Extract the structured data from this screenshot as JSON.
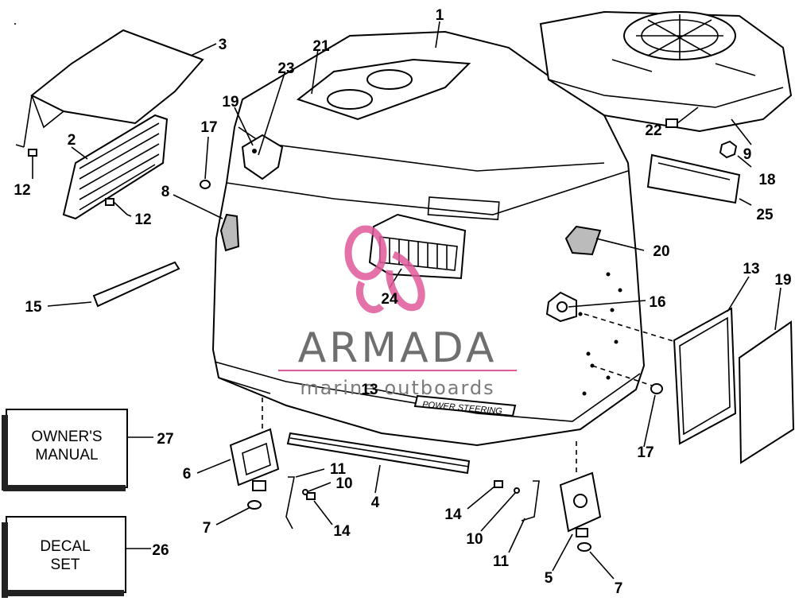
{
  "watermark": {
    "brand": "ARMADA",
    "tagline": "marine outboards",
    "accent_color": "#e05a9b"
  },
  "colors": {
    "line": "#000000",
    "background": "#ffffff",
    "watermark_text": "#6f6f6f",
    "watermark_logo": "#e05a9b"
  },
  "boxes": {
    "owners_manual": [
      "OWNER'S",
      "MANUAL"
    ],
    "decal_set": [
      "DECAL",
      "SET"
    ]
  },
  "band_text": "POWER STEERING",
  "callouts": [
    {
      "id": "c1",
      "label": "1"
    },
    {
      "id": "c2",
      "label": "2"
    },
    {
      "id": "c3",
      "label": "3"
    },
    {
      "id": "c4",
      "label": "4"
    },
    {
      "id": "c5",
      "label": "5"
    },
    {
      "id": "c6",
      "label": "6"
    },
    {
      "id": "c7a",
      "label": "7"
    },
    {
      "id": "c7b",
      "label": "7"
    },
    {
      "id": "c8",
      "label": "8"
    },
    {
      "id": "c9",
      "label": "9"
    },
    {
      "id": "c10a",
      "label": "10"
    },
    {
      "id": "c10b",
      "label": "10"
    },
    {
      "id": "c11a",
      "label": "11"
    },
    {
      "id": "c11b",
      "label": "11"
    },
    {
      "id": "c12a",
      "label": "12"
    },
    {
      "id": "c12b",
      "label": "12"
    },
    {
      "id": "c13a",
      "label": "13"
    },
    {
      "id": "c13b",
      "label": "13"
    },
    {
      "id": "c14a",
      "label": "14"
    },
    {
      "id": "c14b",
      "label": "14"
    },
    {
      "id": "c15",
      "label": "15"
    },
    {
      "id": "c16",
      "label": "16"
    },
    {
      "id": "c17a",
      "label": "17"
    },
    {
      "id": "c17b",
      "label": "17"
    },
    {
      "id": "c18",
      "label": "18"
    },
    {
      "id": "c19a",
      "label": "19"
    },
    {
      "id": "c19b",
      "label": "19"
    },
    {
      "id": "c20",
      "label": "20"
    },
    {
      "id": "c21",
      "label": "21"
    },
    {
      "id": "c22",
      "label": "22"
    },
    {
      "id": "c23",
      "label": "23"
    },
    {
      "id": "c24",
      "label": "24"
    },
    {
      "id": "c25",
      "label": "25"
    },
    {
      "id": "c26",
      "label": "26"
    },
    {
      "id": "c27",
      "label": "27"
    }
  ]
}
